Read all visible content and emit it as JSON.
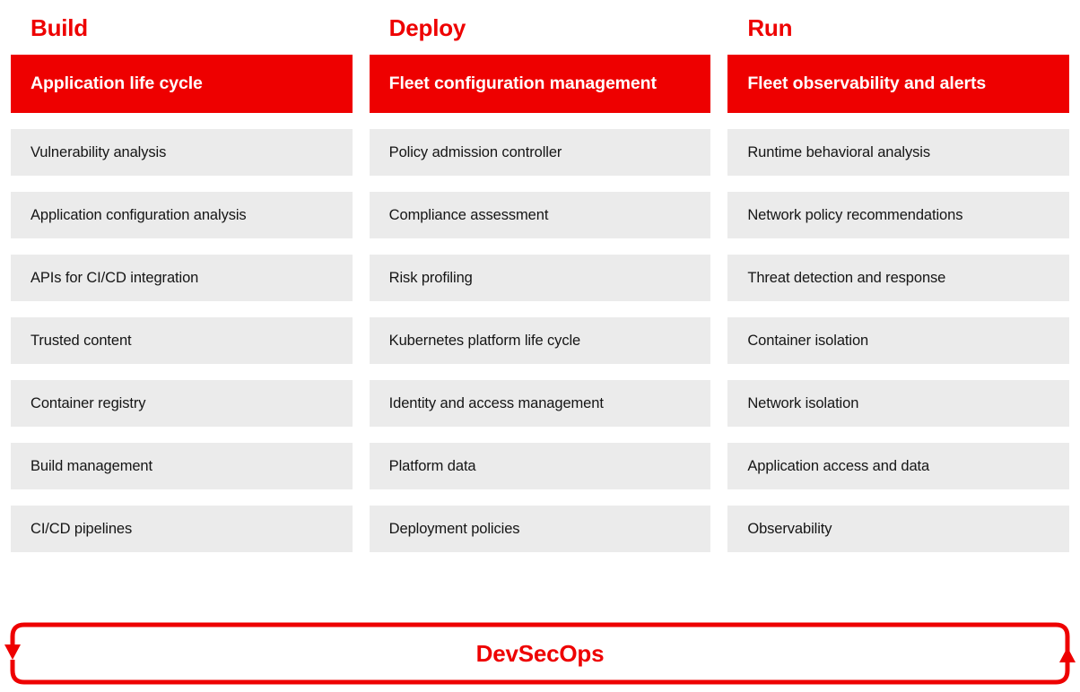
{
  "colors": {
    "brand_red": "#ee0000",
    "tile_grey": "#ebebeb",
    "text_dark": "#151515",
    "header_text": "#ffffff",
    "background": "#ffffff"
  },
  "columns": [
    {
      "phase": "Build",
      "header": "Application life cycle",
      "items": [
        "Vulnerability analysis",
        "Application configuration analysis",
        "APIs for CI/CD integration",
        "Trusted content",
        "Container registry",
        "Build management",
        "CI/CD pipelines"
      ]
    },
    {
      "phase": "Deploy",
      "header": "Fleet configuration management",
      "items": [
        "Policy admission controller",
        "Compliance assessment",
        "Risk profiling",
        "Kubernetes platform life cycle",
        "Identity and access management",
        "Platform data",
        "Deployment policies"
      ]
    },
    {
      "phase": "Run",
      "header": "Fleet observability and alerts",
      "items": [
        "Runtime behavioral analysis",
        "Network policy recommendations",
        "Threat detection and response",
        "Container isolation",
        "Network isolation",
        "Application access and data",
        "Observability"
      ]
    }
  ],
  "banner": {
    "label": "DevSecOps",
    "left_arrow": "arrow-down-icon",
    "right_arrow": "arrow-up-icon"
  }
}
